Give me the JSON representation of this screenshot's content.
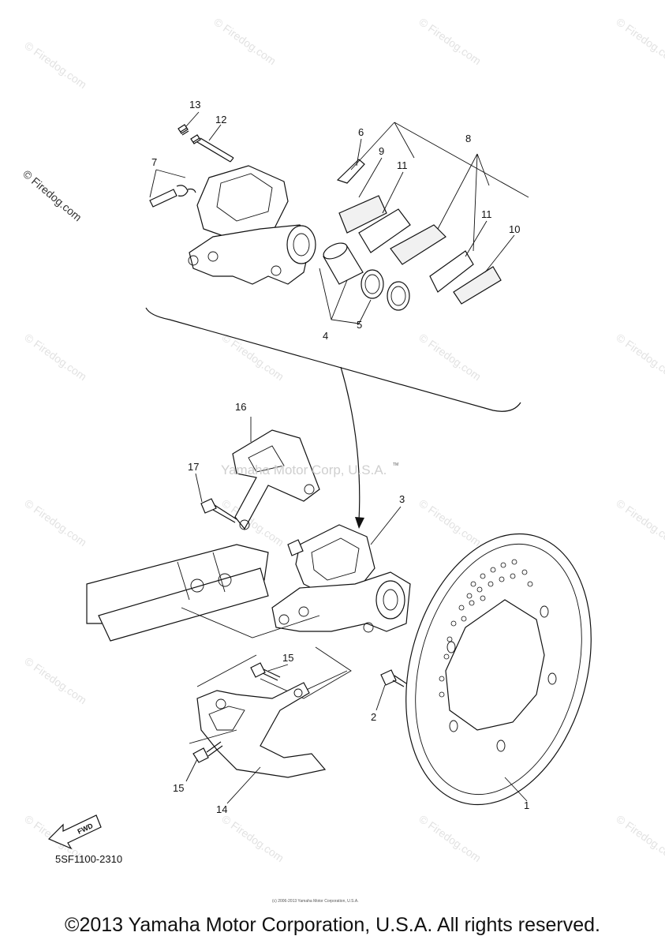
{
  "diagram": {
    "callouts": [
      "1",
      "2",
      "3",
      "4",
      "5",
      "6",
      "7",
      "8",
      "9",
      "10",
      "11",
      "11",
      "12",
      "13",
      "14",
      "15",
      "15",
      "16",
      "17"
    ],
    "center_watermark": "Yamaha Motor Corp, U.S.A.",
    "trademark": "TM",
    "side_watermark": "© Firedog.com",
    "background_watermark": "© Firedog.com",
    "part_code": "5SF1100-2310",
    "fwd_label": "FWD",
    "small_copyright": "(c) 2006-2013 Yamaha Motor Corporation, U.S.A."
  },
  "footer": {
    "copyright": "©2013 Yamaha Motor Corporation, U.S.A. All rights reserved."
  }
}
